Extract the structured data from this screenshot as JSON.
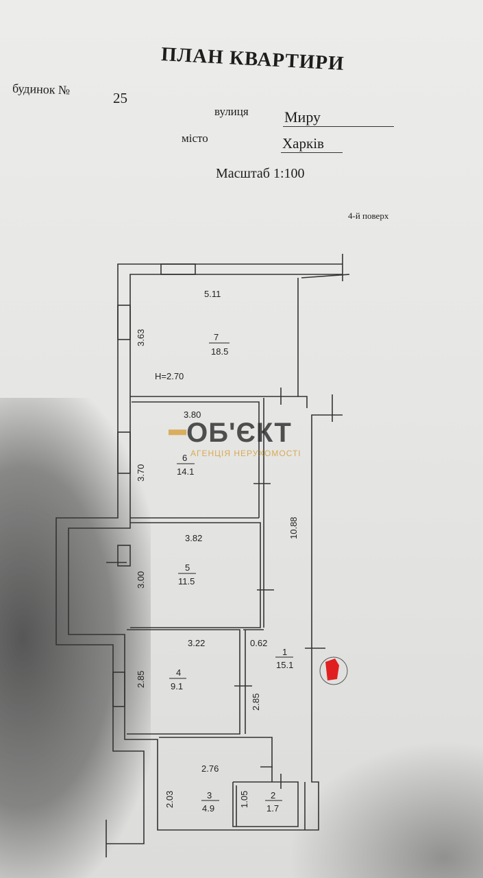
{
  "header": {
    "title": "ПЛАН КВАРТИРИ",
    "house_label": "будинок №",
    "house_number": "25",
    "street_label": "вулиця",
    "street_value": "Миру",
    "city_label": "місто",
    "city_value": "Харків",
    "scale": "Масштаб 1:100",
    "floor": "4-й поверх"
  },
  "watermark": {
    "brand": "ОБ'ЄКТ",
    "subtitle": "АГЕНЦІЯ НЕРУХОМОСТІ"
  },
  "plan": {
    "ceiling_height": "H=2.70",
    "rooms": [
      {
        "number": "7",
        "area": "18.5"
      },
      {
        "number": "6",
        "area": "14.1"
      },
      {
        "number": "5",
        "area": "11.5"
      },
      {
        "number": "4",
        "area": "9.1"
      },
      {
        "number": "1",
        "area": "15.1"
      },
      {
        "number": "3",
        "area": "4.9"
      },
      {
        "number": "2",
        "area": "1.7"
      }
    ],
    "dimensions": [
      "5.11",
      "3.63",
      "3.80",
      "3.70",
      "3.82",
      "3.00",
      "3.22",
      "0.62",
      "10.88",
      "2.85",
      "2.85",
      "2.76",
      "2.03",
      "1.05"
    ]
  },
  "colors": {
    "paper": "#e8e8e6",
    "ink": "#1d1d1d",
    "watermark_gold": "#d6a03c",
    "red_mark": "#e02020"
  }
}
